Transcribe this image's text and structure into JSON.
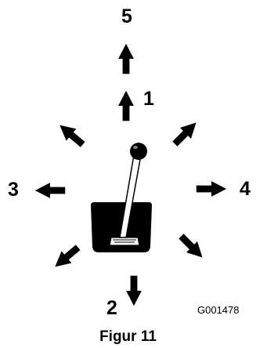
{
  "diagram": {
    "labels": {
      "top": "5",
      "up": "1",
      "left": "3",
      "right": "4",
      "down": "2"
    },
    "figure_code": "G001478",
    "caption": "Figur 11"
  }
}
